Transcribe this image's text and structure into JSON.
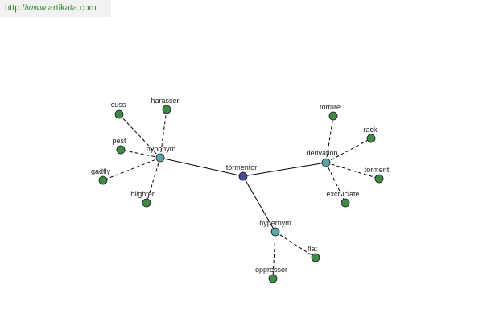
{
  "watermark": "http://www.artikata.com",
  "colors": {
    "center_node": "#4a4a9a",
    "relation_node": "#5aa6a6",
    "leaf_node": "#3f8a45",
    "edge": "#000000"
  },
  "graph": {
    "center": "tormentor",
    "relations": [
      {
        "label": "hyponym",
        "terms": [
          "cuss",
          "harasser",
          "pest",
          "gadfly",
          "blighter"
        ]
      },
      {
        "label": "derivation",
        "terms": [
          "torture",
          "rack",
          "torment",
          "excruciate"
        ]
      },
      {
        "label": "hypernym",
        "terms": [
          "flat",
          "oppressor"
        ]
      }
    ]
  }
}
